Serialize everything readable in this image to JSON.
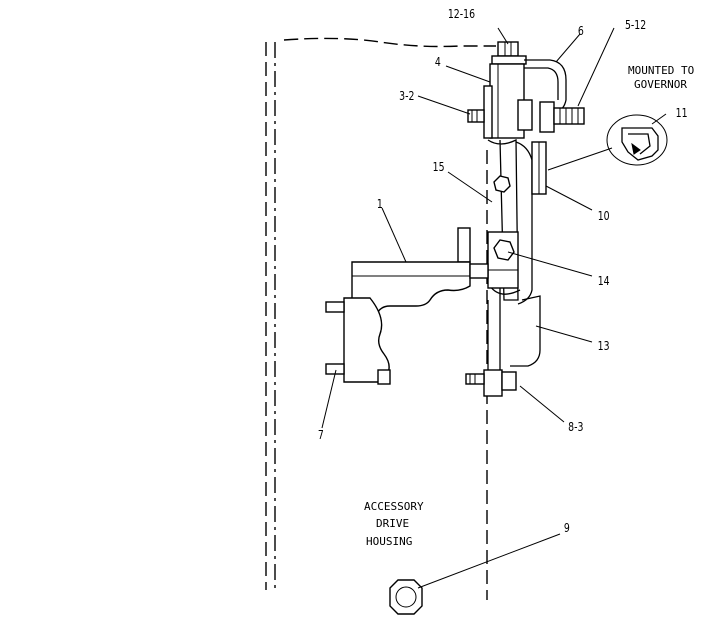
{
  "callouts": {
    "c12_16": "12-16",
    "c6": "6",
    "c5_12": "5-12",
    "c4": "4",
    "c3_2": "3-2",
    "c11": "11",
    "c15": "15",
    "c10": "10",
    "c1": "1",
    "c14": "14",
    "c13": "13",
    "c7": "7",
    "c8_3": "8-3",
    "c9": "9"
  },
  "notes": {
    "mounted_line1": "MOUNTED TO",
    "mounted_line2": "GOVERNOR",
    "housing_line1": "ACCESSORY",
    "housing_line2": "DRIVE",
    "housing_line3": "HOUSING"
  }
}
